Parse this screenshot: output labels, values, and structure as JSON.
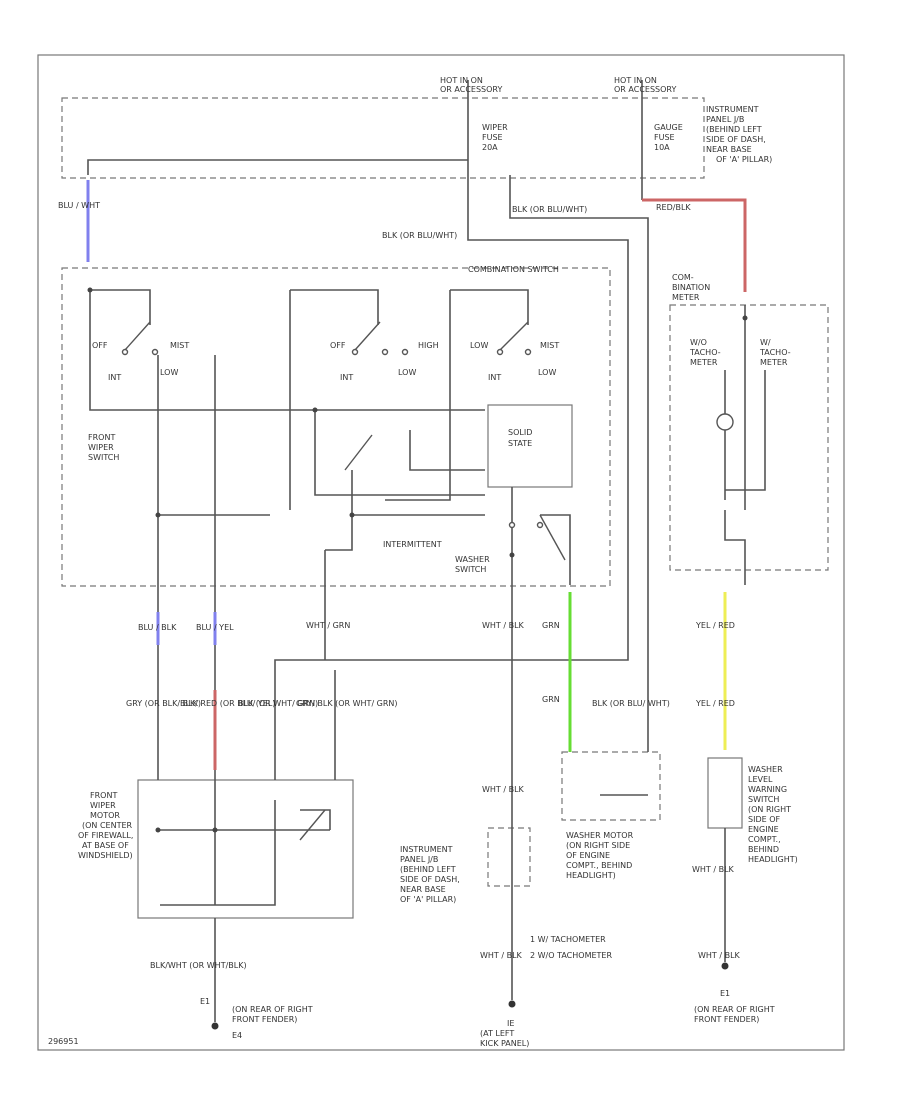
{
  "labels": {
    "hot_on_left": "HOT IN ON",
    "hot_on_left2": "OR ACCESSORY",
    "hot_on_right": "HOT IN ON",
    "hot_on_right2": "OR ACCESSORY",
    "wiper_fuse": "WIPER",
    "wiper_fuse2": "FUSE",
    "wiper_fuse3": "20A",
    "gauge_fuse": "GAUGE",
    "gauge_fuse2": "FUSE",
    "gauge_fuse3": "10A",
    "ip_jb_1": "INSTRUMENT",
    "ip_jb_2": "PANEL J/B",
    "ip_jb_3": "(BEHIND LEFT",
    "ip_jb_4": "SIDE OF DASH,",
    "ip_jb_5": "NEAR BASE",
    "ip_jb_6": "OF 'A' PILLAR)",
    "combo_switch": "COMBINATION SWITCH",
    "off": "OFF",
    "mist": "MIST",
    "high": "HIGH",
    "int": "INT",
    "low": "LOW",
    "mist2": "MIST",
    "front_wiper_switch_1": "FRONT",
    "front_wiper_switch_2": "WIPER",
    "front_wiper_switch_3": "SWITCH",
    "solid_state_1": "SOLID",
    "solid_state_2": "STATE",
    "intermittent": "INTERMITTENT",
    "washer_switch_1": "WASHER",
    "washer_switch_2": "SWITCH",
    "combo_meter_1": "COM-",
    "combo_meter_2": "BINATION",
    "combo_meter_3": "METER",
    "tacho_1": "W/O",
    "tacho_2": "TACHO-",
    "tacho_3": "METER",
    "tacho_4": "W/",
    "tacho_5": "TACHO-",
    "tacho_6": "METER",
    "wiper_motor_1": "FRONT",
    "wiper_motor_2": "WIPER",
    "wiper_motor_3": "MOTOR",
    "wiper_motor_4": "(ON CENTER",
    "wiper_motor_5": "OF FIREWALL,",
    "wiper_motor_6": "AT BASE OF",
    "wiper_motor_7": "WINDSHIELD)",
    "washer_motor_1": "WASHER MOTOR",
    "washer_motor_2": "(ON RIGHT SIDE",
    "washer_motor_3": "OF ENGINE",
    "washer_motor_4": "COMPT., BEHIND",
    "washer_motor_5": "HEADLIGHT)",
    "washer_level_1": "WASHER",
    "washer_level_2": "LEVEL",
    "washer_level_3": "WARNING",
    "washer_level_4": "SWITCH",
    "washer_level_5": "(ON RIGHT",
    "washer_level_6": "SIDE OF",
    "washer_level_7": "ENGINE",
    "washer_level_8": "COMPT.,",
    "washer_level_9": "BEHIND",
    "washer_level_10": "HEADLIGHT)",
    "ip_jb2_1": "INSTRUMENT",
    "ip_jb2_2": "PANEL J/B",
    "ip_jb2_3": "(BEHIND LEFT",
    "ip_jb2_4": "SIDE OF DASH,",
    "ip_jb2_5": "NEAR BASE",
    "ip_jb2_6": "OF 'A' PILLAR)",
    "legend_1": "1   W/ TACHOMETER",
    "legend_2": "2   W/O TACHOMETER",
    "ground_e1": "E1",
    "ground_e1_loc_1": "(ON REAR OF RIGHT",
    "ground_e1_loc_2": "FRONT FENDER)",
    "ground_e4": "E4",
    "ground_ie": "IE",
    "ground_ie_loc_1": "(AT LEFT",
    "ground_ie_loc_2": "KICK PANEL)",
    "ground_e1b": "E1",
    "ground_e1b_loc_1": "(ON REAR OF RIGHT",
    "ground_e1b_loc_2": "FRONT FENDER)",
    "diagram_id": "296951"
  },
  "wire_labels": {
    "blu_wht": "BLU / WHT",
    "blk_or_blu_wht": "BLK (OR BLU/WHT)",
    "blk_or_blu_wht2": "BLK (OR BLU/WHT)",
    "red_blk": "RED/BLK",
    "blu_blk": "BLU / BLK",
    "blu_yel": "BLU / YEL",
    "wht_grn": "WHT / GRN",
    "wht_blk": "WHT / BLK",
    "grn": "GRN",
    "yel_red": "YEL / RED",
    "gry_or_blk": "GRY (OR BLK/ BLK)",
    "blk_red_or_blu_yel": "BLK/ RED (OR BLU/ YEL)",
    "blk_or_wht": "BLK (OR WHT/ GRN)",
    "gry_blk_or_wht_grn": "GRY/ BLK (OR WHT/ GRN)",
    "grn2": "GRN",
    "blk_or_blu_wht3": "BLK (OR BLU/ WHT)",
    "yel_red2": "YEL / RED",
    "wht_blk2": "WHT / BLK",
    "wht_blk3": "WHT / BLK",
    "blk_wht_or_wht_blk": "BLK/WHT (OR WHT/BLK)",
    "wht_blk4": "WHT / BLK",
    "wht_blk5": "WHT / BLK"
  },
  "wire_colors": {
    "blue": "#8080ee",
    "red": "#cc6666",
    "green": "#66dd33",
    "yellow": "#eeee55",
    "black": "#555555"
  }
}
